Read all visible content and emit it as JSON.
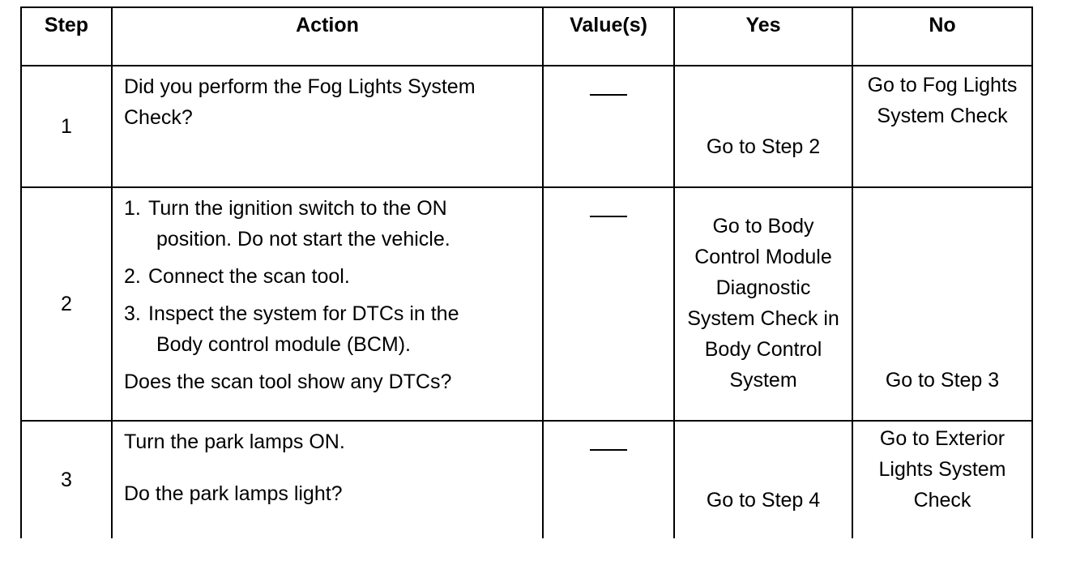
{
  "table": {
    "headers": {
      "step": "Step",
      "action": "Action",
      "values": "Value(s)",
      "yes": "Yes",
      "no": "No"
    },
    "rows": [
      {
        "step": "1",
        "action_text": "Did you perform the Fog Lights System Check?",
        "value": "",
        "yes": "Go to Step 2",
        "no": "Go to Fog Lights System Check"
      },
      {
        "step": "2",
        "action_items": [
          {
            "num": "1.",
            "line1": "Turn the ignition switch to the ON",
            "line2": "position. Do not start the vehicle."
          },
          {
            "num": "2.",
            "line1": "Connect the scan tool.",
            "line2": ""
          },
          {
            "num": "3.",
            "line1": "Inspect the system for DTCs in the",
            "line2": "Body control module (BCM)."
          }
        ],
        "question": "Does the scan tool show any DTCs?",
        "value": "",
        "yes": "Go to Body Control Module Diagnostic System Check in Body Control System",
        "no": "Go to Step 3"
      },
      {
        "step": "3",
        "action_line1": "Turn the park lamps ON.",
        "question": "Do the park lamps light?",
        "value": "",
        "yes": "Go to Step 4",
        "no": "Go to Exterior Lights System Check"
      }
    ]
  }
}
